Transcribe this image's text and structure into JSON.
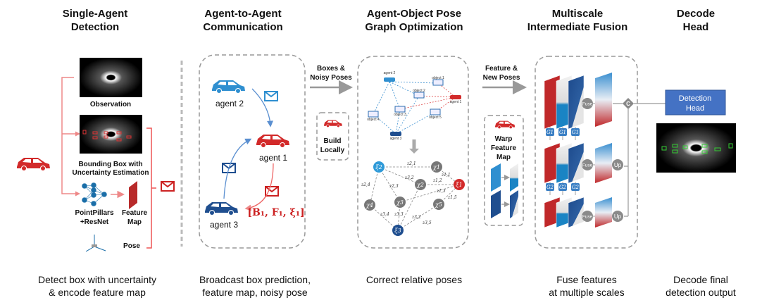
{
  "stages": [
    {
      "title": [
        "Single-Agent",
        "Detection"
      ],
      "caption": [
        "Detect box with uncertainty",
        "& encode feature map"
      ]
    },
    {
      "title": [
        "Agent-to-Agent",
        "Communication"
      ],
      "caption": [
        "Broadcast box prediction,",
        "feature map, noisy pose"
      ]
    },
    {
      "title": [
        "Agent-Object Pose",
        "Graph Optimization"
      ],
      "caption": [
        "Correct relative poses",
        ""
      ]
    },
    {
      "title": [
        "Multiscale",
        "Intermediate Fusion"
      ],
      "caption": [
        "Fuse features",
        "at multiple scales"
      ]
    },
    {
      "title": [
        "Decode",
        "Head"
      ],
      "caption": [
        "Decode final",
        "detection output"
      ]
    }
  ],
  "single_agent": {
    "observation": "Observation",
    "bbox": [
      "Bounding Box with",
      "Uncertainty Estimation"
    ],
    "backbone": [
      "PointPillars",
      "+ResNet"
    ],
    "feature_map": [
      "Feature",
      "Map"
    ],
    "pose": "Pose"
  },
  "communication": {
    "agent1": "agent 1",
    "agent2": "agent 2",
    "agent3": "agent 3",
    "message": "[B₁, F₁, ξ₁]"
  },
  "arrows": {
    "boxes": [
      "Boxes &",
      "Noisy Poses"
    ],
    "features": [
      "Feature &",
      "New Poses"
    ]
  },
  "build_locally": [
    "Build",
    "Locally"
  ],
  "pose_graph": {
    "objects": [
      {
        "id": "agent 2"
      },
      {
        "id": "object 1"
      },
      {
        "id": "object 2"
      },
      {
        "id": "agent 1"
      },
      {
        "id": "object 3"
      },
      {
        "id": "object 5"
      },
      {
        "id": "object 4"
      },
      {
        "id": "agent 3"
      }
    ],
    "nodes": [
      "ξ2",
      "χ1",
      "χ2",
      "ξ1",
      "χ4",
      "χ3",
      "χ5",
      "ξ3"
    ],
    "edge_labels": [
      "z2,1",
      "z3,2",
      "z1,1",
      "z1,2",
      "z2,4",
      "z2,3",
      "z1,3",
      "z1,5",
      "z3,4",
      "z3,3",
      "z3,2",
      "z3,5"
    ]
  },
  "warp": [
    "Warp",
    "Feature",
    "Map"
  ],
  "fusion": {
    "fuse": "Fuse",
    "up": "Up",
    "concat": "C",
    "g1": "G1",
    "g2": "G2"
  },
  "decode": {
    "head": [
      "Detection",
      "Head"
    ]
  },
  "colors": {
    "red": "#d22a2a",
    "blue": "#2f8fd0",
    "dark_blue": "#1f4e8f",
    "head": "#4472c4"
  }
}
